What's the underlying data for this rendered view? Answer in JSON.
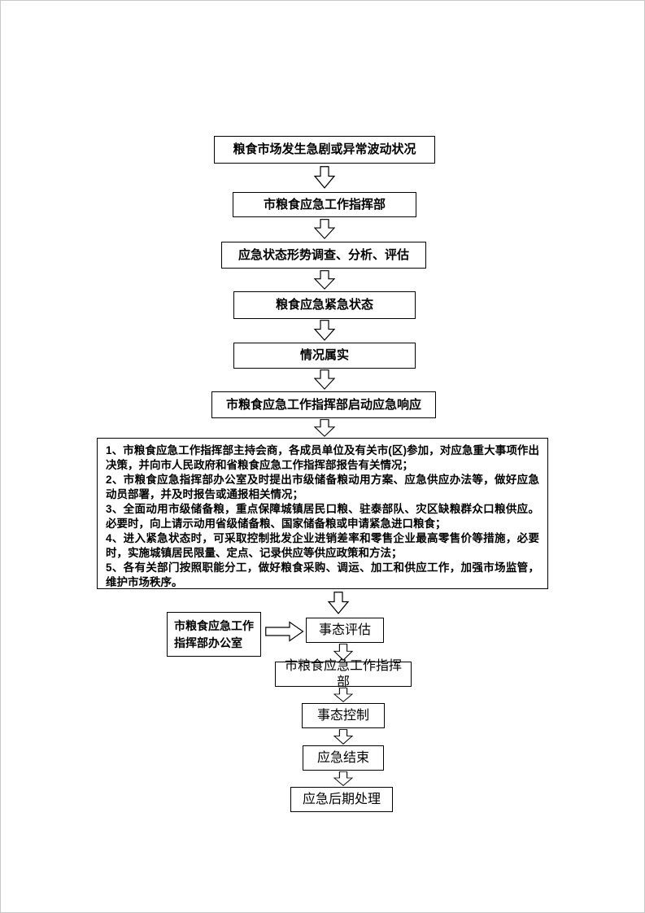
{
  "page": {
    "background": "#ffffff",
    "line_color": "#000000"
  },
  "flow": {
    "top_nodes": [
      {
        "label": "粮食市场发生急剧或异常波动状况"
      },
      {
        "label": "市粮食应急工作指挥部"
      },
      {
        "label": "应急状态形势调查、分析、评估"
      },
      {
        "label": "粮食应急紧急状态"
      },
      {
        "label": "情况属实"
      },
      {
        "label": "市粮食应急工作指挥部启动应急响应"
      }
    ],
    "measures_box": {
      "items": [
        "1、市粮食应急工作指挥部主持会商，各成员单位及有关市(区)参加，对应急重大事项作出决策，并向市人民政府和省粮食应急工作指挥部报告有关情况；",
        "2、市粮食应急指挥部办公室及时提出市级储备粮动用方案、应急供应办法等，做好应急动员部署，并及时报告或通报相关情况；",
        "3、全面动用市级储备粮，重点保障城镇居民口粮、驻泰部队、灾区缺粮群众口粮供应。必要时，向上请示动用省级储备粮、国家储备粮或申请紧急进口粮食；",
        "4、进入紧急状态时，可采取控制批发企业进销差率和零售企业最高零售价等措施，必要时，实施城镇居民限量、定点、记录供应等供应政策和方法；",
        "5、各有关部门按照职能分工，做好粮食采购、调运、加工和供应工作，加强市场监管，维护市场秩序。"
      ]
    },
    "side_box": {
      "label": "市粮食应急工作指挥部办公室"
    },
    "bottom_nodes": [
      {
        "label": "事态评估"
      },
      {
        "label": "市粮食应急工作指挥部"
      },
      {
        "label": "事态控制"
      },
      {
        "label": "应急结束"
      },
      {
        "label": "应急后期处理"
      }
    ]
  }
}
